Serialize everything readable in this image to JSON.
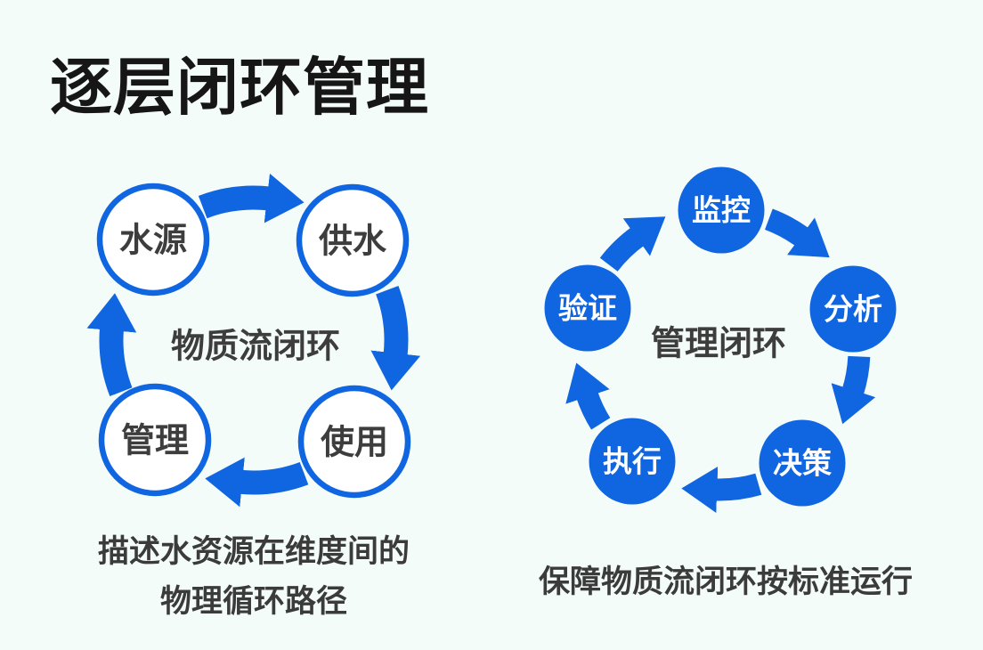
{
  "page": {
    "title": "逐层闭环管理",
    "background": "#f4fcf9"
  },
  "colors": {
    "accent_blue": "#1065e0",
    "title_black": "#161616",
    "text_dark": "#3b3b3b",
    "node_text_dark": "#3d3d3d",
    "node_fill_white": "#ffffff",
    "node_text_light": "#ffffff"
  },
  "left_diagram": {
    "center_label": "物质流闭环",
    "nodes": [
      {
        "label": "水源"
      },
      {
        "label": "供水"
      },
      {
        "label": "使用"
      },
      {
        "label": "管理"
      }
    ],
    "flow_order": "水源 → 供水 → 使用 → 管理 → 水源 (clockwise)",
    "caption": {
      "line1": "描述水资源在维度间的",
      "line2": "物理循环路径"
    }
  },
  "right_diagram": {
    "center_label": "管理闭环",
    "nodes": [
      {
        "label": "监控"
      },
      {
        "label": "分析"
      },
      {
        "label": "决策"
      },
      {
        "label": "执行"
      },
      {
        "label": "验证"
      }
    ],
    "flow_order": "监控 → 分析 → 决策 → 执行 → 验证 → 监控 (clockwise)",
    "caption": "保障物质流闭环按标准运行"
  }
}
